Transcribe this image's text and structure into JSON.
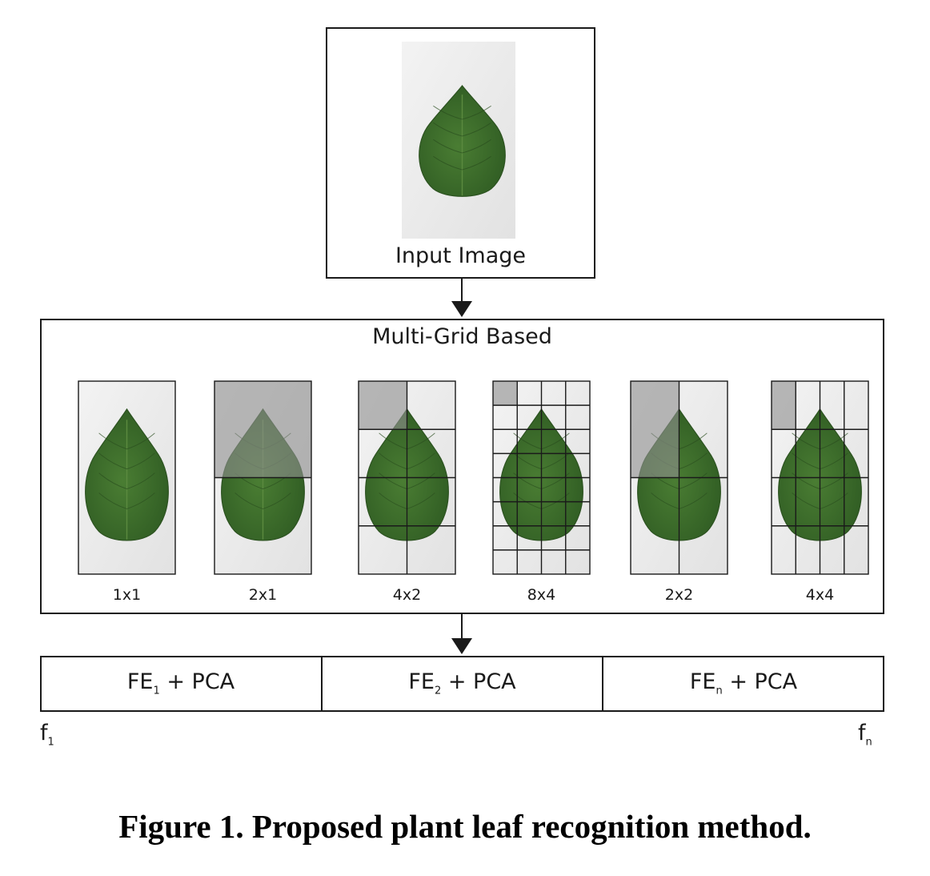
{
  "input_box": {
    "label": "Input Image"
  },
  "multigrid_box": {
    "title": "Multi-Grid Based",
    "grids": [
      {
        "label": "1x1",
        "cols": 1,
        "rows": 1
      },
      {
        "label": "2x1",
        "cols": 1,
        "rows": 2
      },
      {
        "label": "4x2",
        "cols": 2,
        "rows": 4
      },
      {
        "label": "8x4",
        "cols": 4,
        "rows": 8
      },
      {
        "label": "2x2",
        "cols": 2,
        "rows": 2
      },
      {
        "label": "4x4",
        "cols": 4,
        "rows": 4
      }
    ]
  },
  "feature_bar": {
    "cells": [
      {
        "prefix": "FE",
        "sub": "1",
        "suffix": "+ PCA"
      },
      {
        "prefix": "FE",
        "sub": "2",
        "suffix": "+ PCA"
      },
      {
        "prefix": "FE",
        "sub": "n",
        "suffix": "+ PCA"
      }
    ],
    "left_label": {
      "main": "f",
      "sub": "1"
    },
    "right_label": {
      "main": "f",
      "sub": "n"
    }
  },
  "caption": "Figure 1. Proposed plant leaf recognition method.",
  "colors": {
    "leaf": "#3f6f2c",
    "leaf_dark": "#2c5220",
    "background_photo": "#ececec",
    "shade": "#8f8f8f",
    "line": "#1a1a1a"
  }
}
